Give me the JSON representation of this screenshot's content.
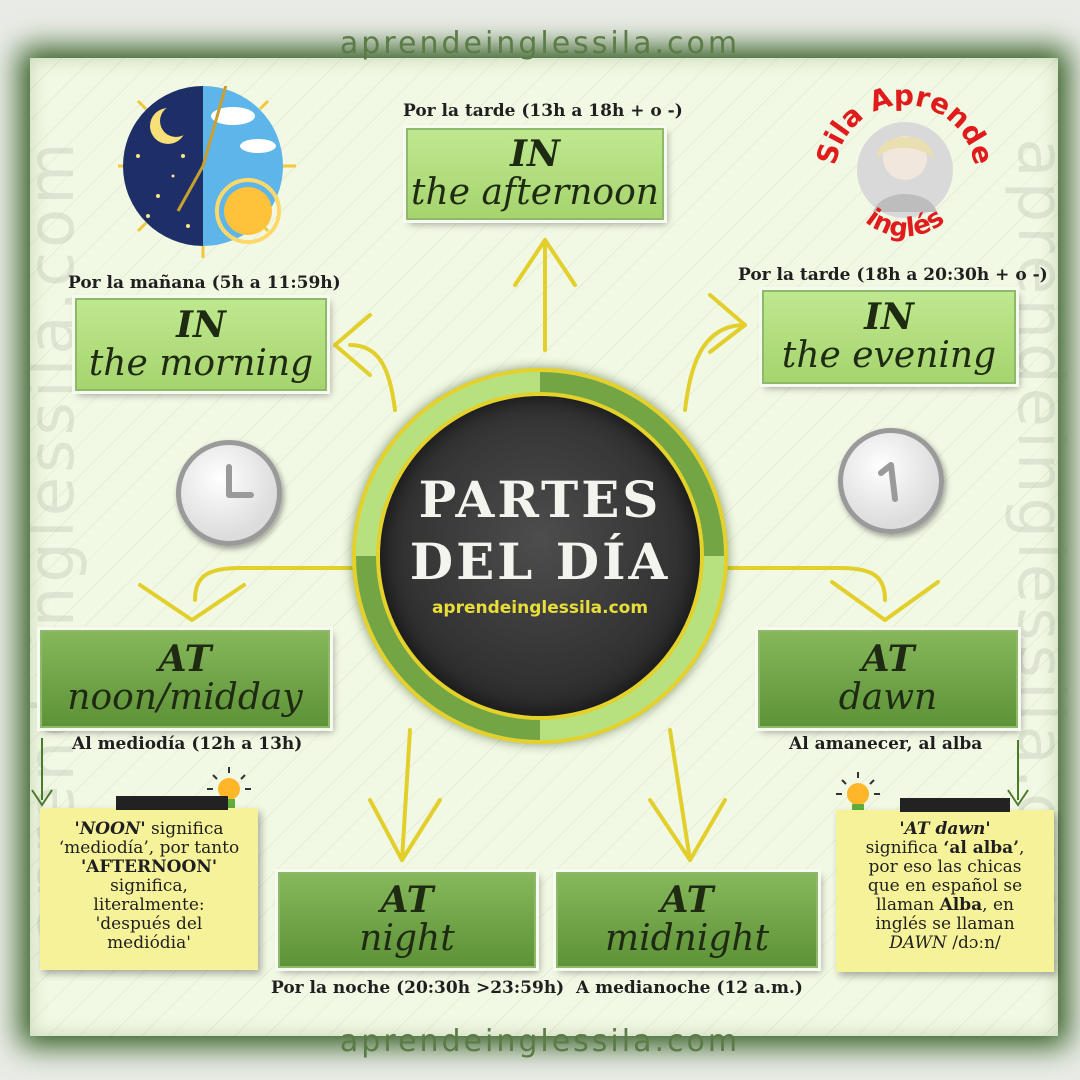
{
  "watermark": {
    "top": "aprendeinglessila.com",
    "bottom": "aprendeinglessila.com",
    "left": "aprendeinglessila.com",
    "right": "aprendeinglessila.com"
  },
  "hub": {
    "title_line1": "PARTES",
    "title_line2": "DEL DÍA",
    "site": "aprendeinglessila.com"
  },
  "badge": {
    "text_top": "Sila Aprende",
    "text_bottom": "inglés"
  },
  "boxes": {
    "afternoon": {
      "prep": "IN",
      "phrase": "the afternoon",
      "caption": "Por la tarde (13h a 18h + o -)"
    },
    "morning": {
      "prep": "IN",
      "phrase": "the morning",
      "caption": "Por la mañana (5h a 11:59h)"
    },
    "evening": {
      "prep": "IN",
      "phrase": "the evening",
      "caption": "Por la tarde (18h a 20:30h + o -)"
    },
    "noon": {
      "prep": "AT",
      "phrase": "noon/midday",
      "caption": "Al mediodía (12h a 13h)"
    },
    "dawn": {
      "prep": "AT",
      "phrase": "dawn",
      "caption": "Al amanecer, al alba"
    },
    "night": {
      "prep": "AT",
      "phrase": "night",
      "caption": "Por la noche (20:30h >23:59h)"
    },
    "midnight": {
      "prep": "AT",
      "phrase": "midnight",
      "caption": "A medianoche (12 a.m.)"
    }
  },
  "notes": {
    "left": {
      "w1": "'NOON'",
      "t1": " significa",
      "line2": "‘mediodía’, por tanto",
      "w3": "'AFTERNOON'",
      "line4": "significa,",
      "line5": "literalmente:",
      "line6": "'después del",
      "line7": "mediódia'"
    },
    "right": {
      "w1": "'AT dawn'",
      "t2": "significa ",
      "w2": "‘al alba’",
      "p2": ",",
      "line3": "por eso las chicas",
      "line4": "que en español se",
      "t5": "llaman ",
      "w5": "Alba",
      "p5": ", en",
      "line6": "inglés se llaman",
      "w7": "DAWN",
      "t7": "  /dɔːn/"
    }
  },
  "colors": {
    "light_box": "#b5df83",
    "dark_box": "#6fa246",
    "arrow": "#e2cf2b",
    "hub": "#333333",
    "note": "#f6f29a"
  },
  "icons": [
    "sun-moon-clock-icon",
    "clock-icon",
    "lightbulb-icon",
    "portrait-badge"
  ]
}
